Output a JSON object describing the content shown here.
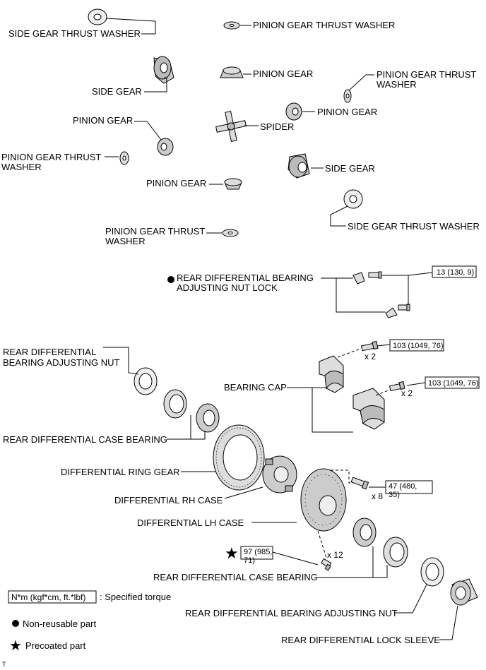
{
  "labels": {
    "side_gear_thrust_washer_top": "SIDE GEAR THRUST WASHER",
    "pinion_gear_thrust_washer_top": "PINION GEAR THRUST WASHER",
    "side_gear_top": "SIDE GEAR",
    "pinion_gear_top_right": "PINION GEAR",
    "pinion_gear_thrust_washer_right_1": "PINION GEAR THRUST",
    "pinion_gear_thrust_washer_right_2": "WASHER",
    "pinion_gear_right": "PINION GEAR",
    "pinion_gear_left": "PINION GEAR",
    "spider": "SPIDER",
    "pinion_gear_thrust_washer_left_1": "PINION GEAR THRUST",
    "pinion_gear_thrust_washer_left_2": "WASHER",
    "side_gear_right": "SIDE GEAR",
    "pinion_gear_bottom": "PINION GEAR",
    "side_gear_thrust_washer_bottom": "SIDE GEAR THRUST WASHER",
    "pinion_gear_thrust_washer_bottom_1": "PINION GEAR THRUST",
    "pinion_gear_thrust_washer_bottom_2": "WASHER",
    "adjusting_nut_lock_1": "REAR DIFFERENTIAL BEARING",
    "adjusting_nut_lock_2": "ADJUSTING NUT LOCK",
    "adjusting_nut_left_1": "REAR DIFFERENTIAL",
    "adjusting_nut_left_2": "BEARING ADJUSTING NUT",
    "bearing_cap": "BEARING CAP",
    "case_bearing_left": "REAR DIFFERENTIAL CASE BEARING",
    "ring_gear": "DIFFERENTIAL RING GEAR",
    "rh_case": "DIFFERENTIAL RH CASE",
    "lh_case": "DIFFERENTIAL LH CASE",
    "case_bearing_bottom": "REAR DIFFERENTIAL CASE BEARING",
    "adjusting_nut_bottom": "REAR DIFFERENTIAL BEARING ADJUSTING NUT",
    "lock_sleeve": "REAR DIFFERENTIAL LOCK SLEEVE"
  },
  "torques": {
    "nut_lock_bolts": "13 (130, 9)",
    "cap_bolts_upper": "103 (1049, 76)",
    "cap_bolts_lower": "103 (1049, 76)",
    "case_bolts_1": "47 (480,",
    "case_bolts_2": "35)",
    "ring_gear_bolts_1": "97 (985,",
    "ring_gear_bolts_2": "71)"
  },
  "quantities": {
    "cap_upper": "x 2",
    "cap_lower": "x 2",
    "case_bolts": "x 8",
    "ring_gear_bolts": "x 12"
  },
  "legend": {
    "torque_unit": "N*m (kgf*cm, ft.*lbf)",
    "torque_desc": ": Specified torque",
    "non_reusable": "Non-reusable part",
    "precoated": "Precoated part"
  },
  "footer_code": "T"
}
